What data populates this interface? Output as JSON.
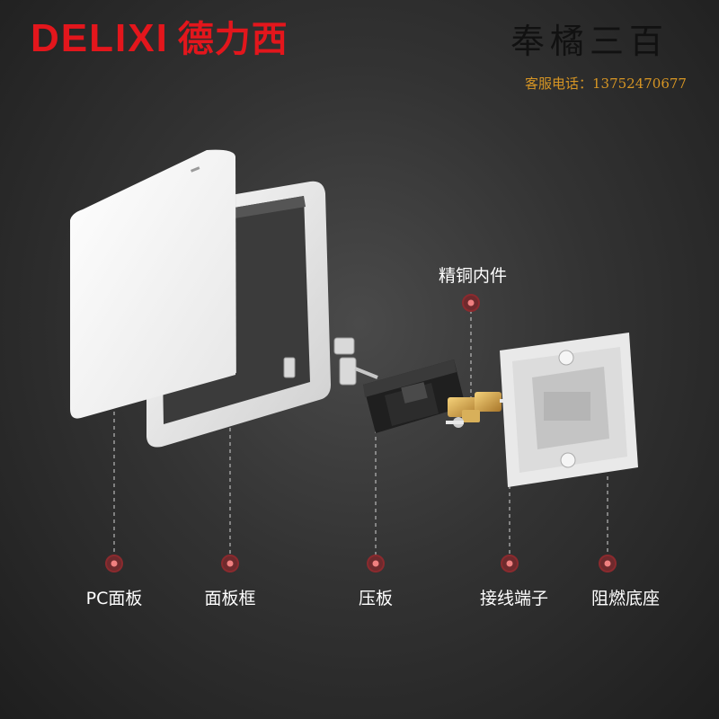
{
  "header": {
    "brand_latin": "DELIXI",
    "brand_cn": "德力西",
    "store_name": "奉橘三百",
    "hotline": "客服电话：13752470677"
  },
  "colors": {
    "brand_red": "#e3161c",
    "hotline_gold": "#d69524",
    "marker_ring": "#8b2a2e",
    "marker_dot": "#f08080"
  },
  "components": {
    "top_label": "精铜内件",
    "bottom_labels": [
      "PC面板",
      "面板框",
      "压板",
      "接线端子",
      "阻燃底座"
    ]
  }
}
